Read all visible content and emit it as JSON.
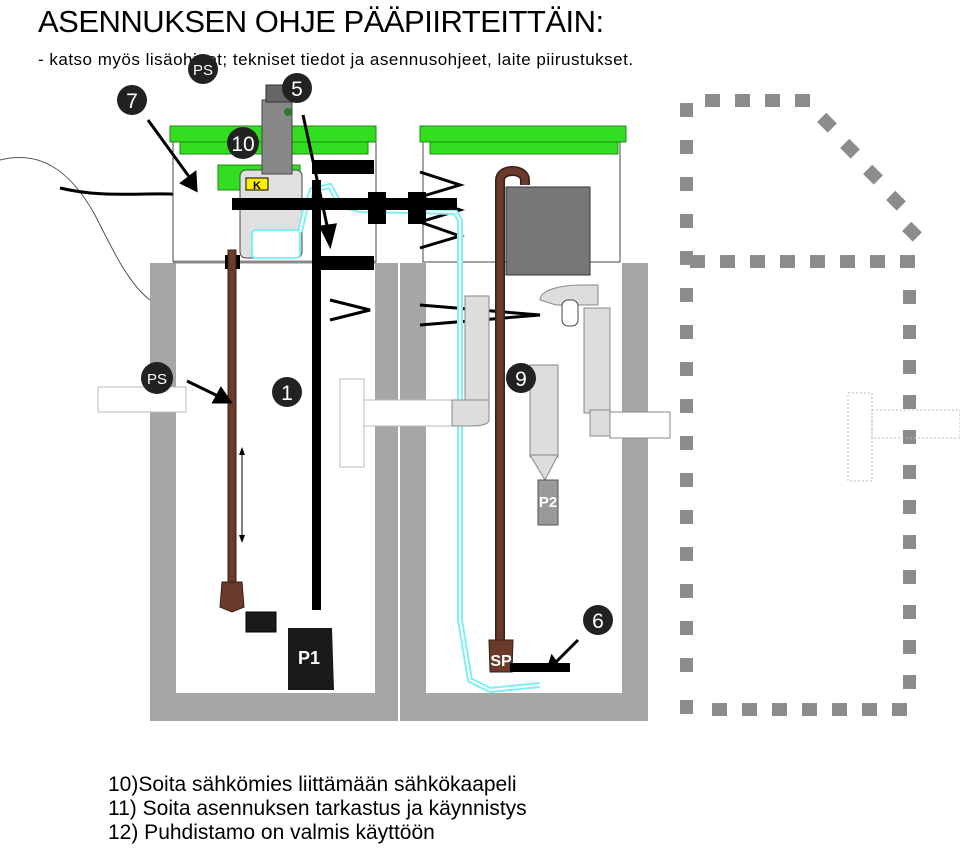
{
  "header": {
    "title": "ASENNUKSEN OHJE PÄÄPIIRTEITTÄIN:",
    "subtitle": "- katso myös lisäohjeet; tekniset tiedot ja asennusohjeet, laite piirustukset."
  },
  "callouts": {
    "ps_top": "PS",
    "ps_side": "PS",
    "n7": "7",
    "n5": "5",
    "n10": "10",
    "n1": "1",
    "n9": "9",
    "n6": "6",
    "p1": "P1",
    "p2": "P2",
    "sp": "SP",
    "k": "K"
  },
  "steps": [
    "10)Soita sähkömies liittämään sähkökaapeli",
    "11) Soita asennuksen tarkastus ja käynnistys",
    "12) Puhdistamo on valmis käyttöön"
  ],
  "colors": {
    "lid_green": "#33dd22",
    "wall_gray": "#a6a6a6",
    "pipe_brown": "#6b3a2a",
    "hose_cyan": "#7ff0f5",
    "dashed_gray": "#8c8c8c"
  }
}
